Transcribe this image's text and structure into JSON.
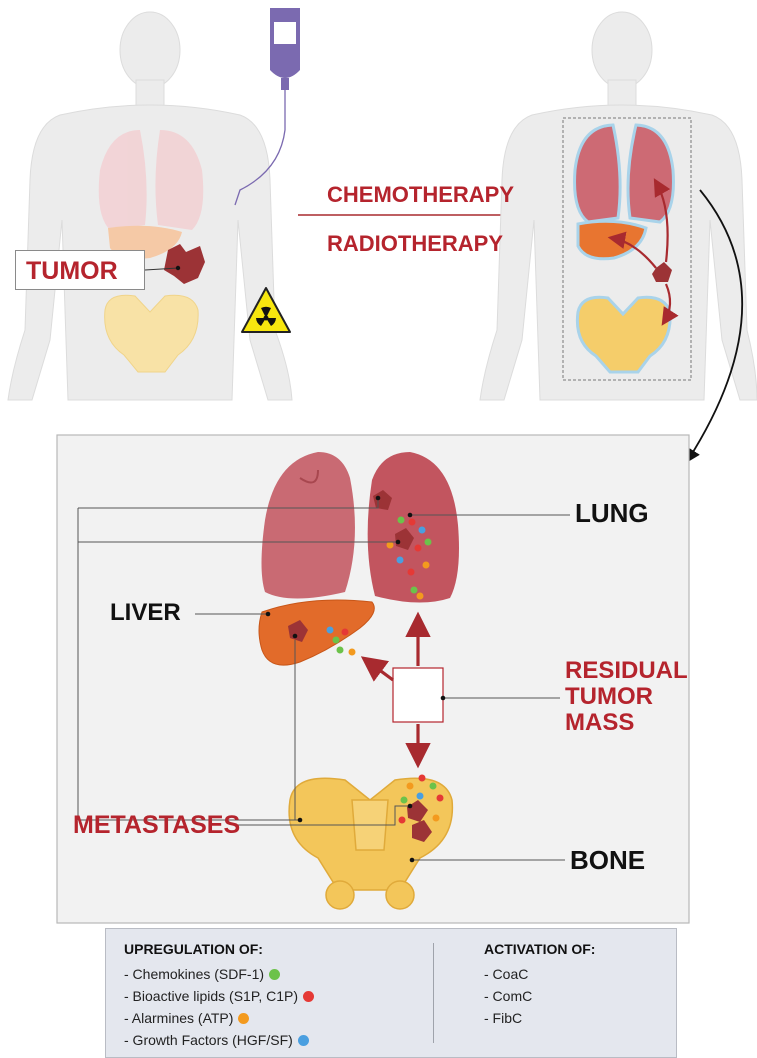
{
  "labels": {
    "chemotherapy": "CHEMOTHERAPY",
    "radiotherapy": "RADIOTHERAPY",
    "tumor": "TUMOR",
    "lung": "LUNG",
    "liver": "LIVER",
    "residual_tumor_mass": [
      "RESIDUAL",
      "TUMOR",
      "MASS"
    ],
    "metastases": "METASTASES",
    "bone": "BONE"
  },
  "legend": {
    "upregulation": {
      "title": "UPREGULATION OF:",
      "items": [
        {
          "text": "- Chemokines (SDF-1)",
          "color": "#6cc24a"
        },
        {
          "text": "- Bioactive lipids (S1P, C1P)",
          "color": "#e53935"
        },
        {
          "text": "- Alarmines (ATP)",
          "color": "#f39a1e"
        },
        {
          "text": "- Growth Factors (HGF/SF)",
          "color": "#4a9fe0"
        }
      ]
    },
    "activation": {
      "title": "ACTIVATION OF:",
      "items": [
        {
          "text": "- CoaC"
        },
        {
          "text": "- ComC"
        },
        {
          "text": "- FibC"
        }
      ]
    }
  },
  "colors": {
    "accent_red": "#b5242d",
    "arrow_red": "#a82a2f",
    "body_silhouette": "#ebebeb",
    "lung": "#c9646e",
    "liver": "#e8702e",
    "bone": "#f4c85a",
    "tumor": "#9c3336"
  },
  "icons": [
    "iv-bag-icon",
    "radiation-warning-icon"
  ]
}
